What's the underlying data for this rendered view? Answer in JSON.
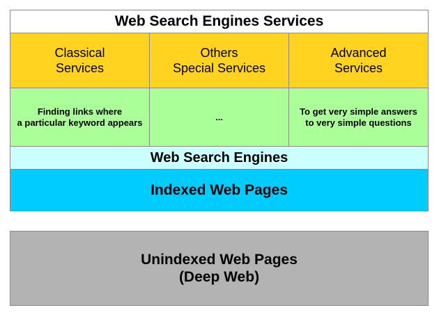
{
  "title": "Web Search Engines Services",
  "services": [
    {
      "name": "Classical\nServices",
      "description": "Finding links where\na particular keyword appears"
    },
    {
      "name": "Others\nSpecial Services",
      "description": "..."
    },
    {
      "name": "Advanced\nServices",
      "description": "To get very simple answers\nto very simple questions"
    }
  ],
  "layers": {
    "engines": "Web Search Engines",
    "indexed": "Indexed Web Pages",
    "unindexed": "Unindexed Web Pages\n(Deep Web)"
  },
  "colors": {
    "title_bg": "#ffffff",
    "services_bg": "#ffd320",
    "descriptions_bg": "#aaff99",
    "engines_bg": "#ccffff",
    "indexed_bg": "#00ccff",
    "unindexed_bg": "#b3b3b3",
    "border": "#8a8a8a"
  }
}
